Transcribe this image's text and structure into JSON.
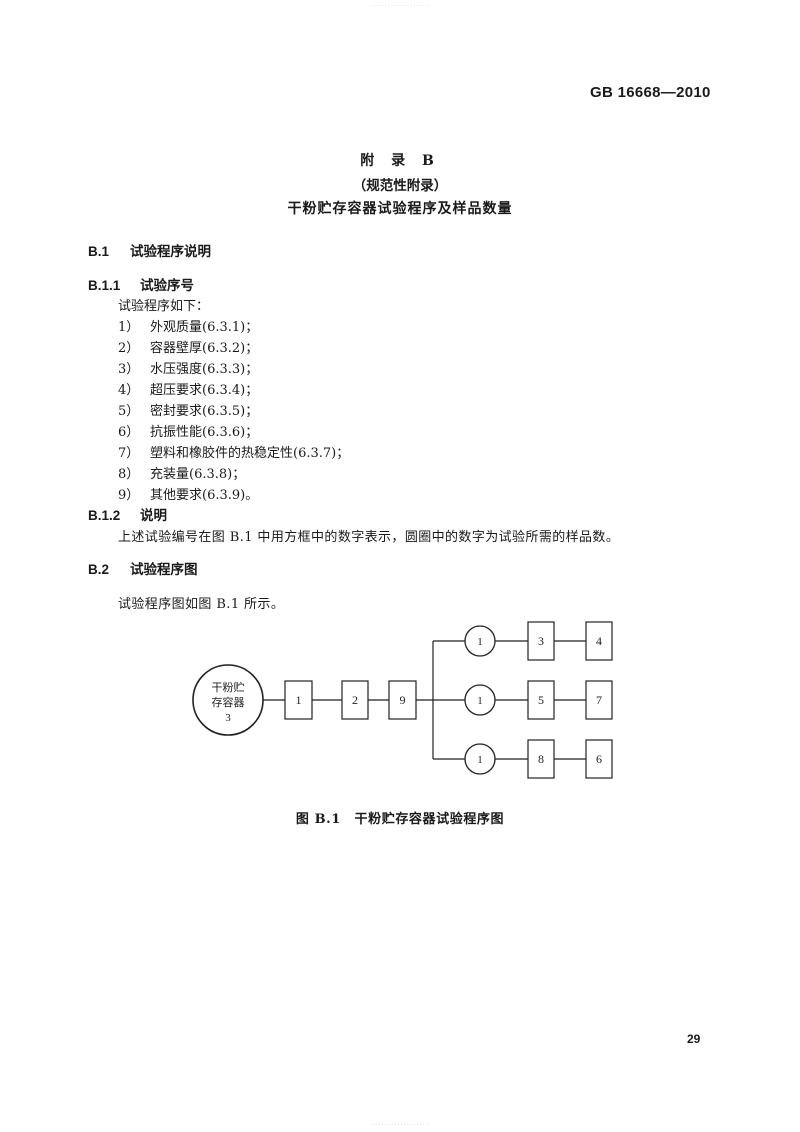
{
  "watermark": {
    "top": "· · · · · · · · · · · · · · · · · ·",
    "bottom": "· · · · · · · · · · · · · · · · · ·"
  },
  "header": {
    "standard_code": "GB 16668—2010"
  },
  "title": {
    "appendix": "附 录 B",
    "type": "（规范性附录）",
    "name": "干粉贮存容器试验程序及样品数量"
  },
  "sections": {
    "b1": {
      "num": "B.1",
      "title": "试验程序说明"
    },
    "b11": {
      "num": "B.1.1",
      "title": "试验序号",
      "intro": "试验程序如下：",
      "items": [
        {
          "n": "1）",
          "text": "外观质量(6.3.1)；"
        },
        {
          "n": "2）",
          "text": "容器壁厚(6.3.2)；"
        },
        {
          "n": "3）",
          "text": "水压强度(6.3.3)；"
        },
        {
          "n": "4）",
          "text": "超压要求(6.3.4)；"
        },
        {
          "n": "5）",
          "text": "密封要求(6.3.5)；"
        },
        {
          "n": "6）",
          "text": "抗振性能(6.3.6)；"
        },
        {
          "n": "7）",
          "text": "塑料和橡胶件的热稳定性(6.3.7)；"
        },
        {
          "n": "8）",
          "text": "充装量(6.3.8)；"
        },
        {
          "n": "9）",
          "text": "其他要求(6.3.9)。"
        }
      ]
    },
    "b12": {
      "num": "B.1.2",
      "title": "说明",
      "text": "上述试验编号在图 B.1 中用方框中的数字表示，圆圈中的数字为试验所需的样品数。"
    },
    "b2": {
      "num": "B.2",
      "title": "试验程序图",
      "text": "试验程序图如图 B.1 所示。"
    }
  },
  "diagram": {
    "start": {
      "line1": "干粉贮",
      "line2": "存容器",
      "samples": "3"
    },
    "main_chain": [
      "1",
      "2",
      "9"
    ],
    "branches": [
      {
        "samples": "1",
        "tests": [
          "3",
          "4"
        ]
      },
      {
        "samples": "1",
        "tests": [
          "5",
          "7"
        ]
      },
      {
        "samples": "1",
        "tests": [
          "8",
          "6"
        ]
      }
    ],
    "caption": "图 B.1　干粉贮存容器试验程序图"
  },
  "footer": {
    "page_number": "29"
  }
}
